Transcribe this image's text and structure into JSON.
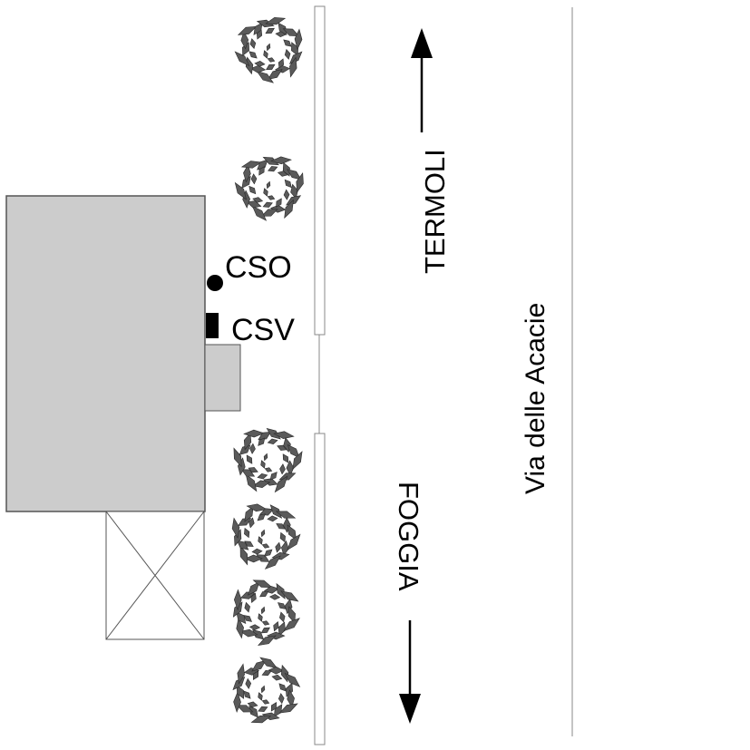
{
  "labels": {
    "cso": "CSO",
    "csv": "CSV",
    "north_direction": "TERMOLI",
    "south_direction": "FOGGIA",
    "street": "Via delle Acacie"
  },
  "icons": {
    "shrub": "shrub-icon",
    "cso_marker": "circle-marker-icon",
    "csv_marker": "square-marker-icon",
    "arrow_up": "arrow-up-icon",
    "arrow_down": "arrow-down-icon"
  },
  "colors": {
    "building_fill": "#cccccc",
    "building_stroke": "#555555",
    "leaf_fill": "#5a5a5a",
    "leaf_stroke": "#2a2a2a",
    "fence_stroke": "#888888",
    "road_line": "#888888",
    "ink": "#000000"
  },
  "shrub_count_north": 2,
  "shrub_count_south": 4
}
